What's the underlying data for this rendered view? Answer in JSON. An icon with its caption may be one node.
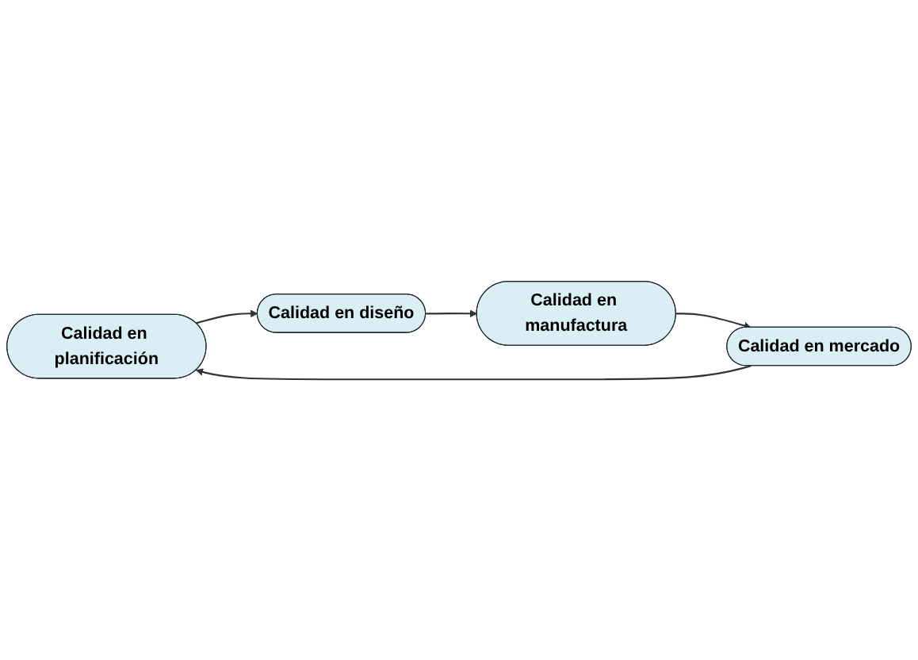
{
  "diagram": {
    "nodes": [
      {
        "text": [
          "Calidad en planificación"
        ]
      },
      {
        "text": [
          "Calidad en diseño"
        ]
      },
      {
        "text": [
          "Calidad en manufactura"
        ]
      },
      {
        "text": [
          "Calidad en mercado"
        ]
      }
    ],
    "edges": [
      {
        "from": 0,
        "to": 1,
        "arrow": "to"
      },
      {
        "from": 1,
        "to": 2,
        "arrow": "to"
      },
      {
        "from": 2,
        "to": 3,
        "arrow": "to"
      },
      {
        "from": 3,
        "to": 0,
        "arrow": "to"
      }
    ]
  }
}
